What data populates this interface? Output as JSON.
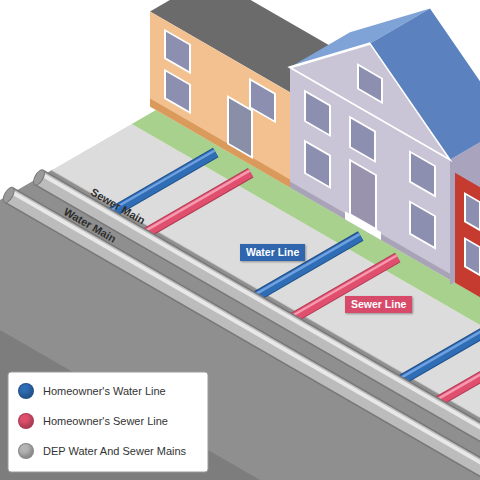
{
  "diagram": {
    "nodes": [
      {
        "text": [
          "Water Line"
        ]
      },
      {
        "text": [
          "Sewer Line"
        ]
      }
    ],
    "labels": [
      "Sewer Main",
      "Water Main"
    ],
    "legend": [
      {
        "text": "Homeowner's Water Line",
        "color": "#2f6db5"
      },
      {
        "text": "Homeowner's Sewer Line",
        "color": "#e0506e"
      },
      {
        "text": "DEP Water And Sewer Mains",
        "color": "#b5b5b5"
      }
    ]
  }
}
